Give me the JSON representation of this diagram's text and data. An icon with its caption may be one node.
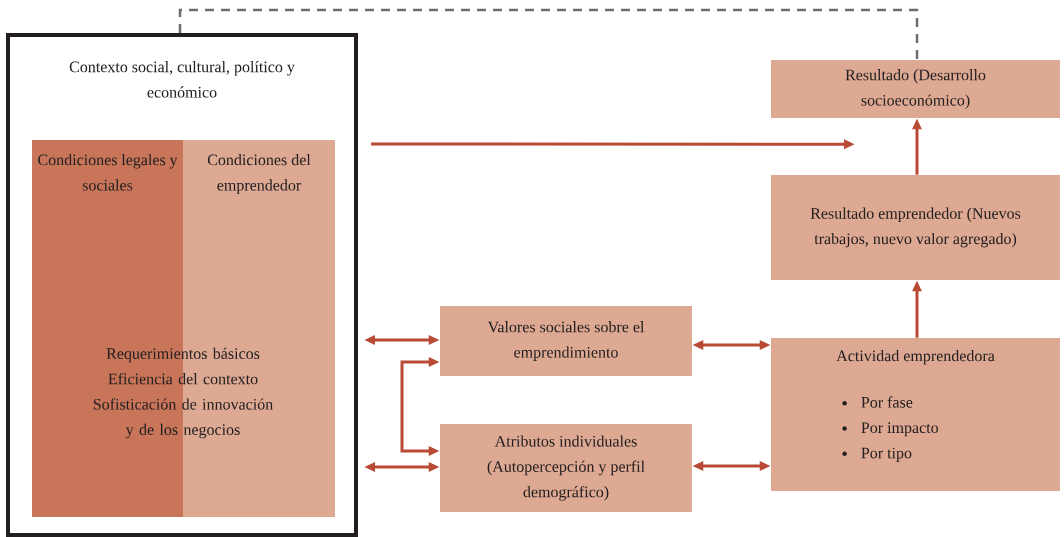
{
  "diagram": {
    "nodes": [
      {
        "text": [
          "Contexto social, cultural, político y económico"
        ]
      },
      {
        "text": [
          "Condiciones legales y sociales"
        ],
        "in": 0
      },
      {
        "text": [
          "Condiciones del emprendedor"
        ],
        "in": 0
      },
      {
        "text": [
          "Resultado (Desarrollo socioeconómico)"
        ]
      },
      {
        "text": [
          "Resultado emprendedor (Nuevos trabajos, nuevo valor agregado)"
        ]
      },
      {
        "text": [
          "Valores sociales sobre el emprendimiento"
        ]
      },
      {
        "text": [
          "Atributos individuales (Autopercepción y perfil demográfico)"
        ]
      },
      {
        "text": [
          "Actividad emprendedora",
          "Por fase",
          "Por impacto",
          "Por tipo"
        ]
      }
    ],
    "edges": [
      {
        "from": 0,
        "to": 3,
        "arrow": "to"
      },
      {
        "from": 0,
        "to": 3,
        "arrow": "none",
        "style": "dashed",
        "color": "#6d6e71"
      },
      {
        "from": 0,
        "to": 5,
        "arrow": "both"
      },
      {
        "from": 0,
        "to": 6,
        "arrow": "both"
      },
      {
        "from": 5,
        "to": 6,
        "arrow": "both"
      },
      {
        "from": 5,
        "to": 7,
        "arrow": "both"
      },
      {
        "from": 6,
        "to": 7,
        "arrow": "both"
      },
      {
        "from": 7,
        "to": 4,
        "arrow": "to"
      },
      {
        "from": 4,
        "to": 3,
        "arrow": "to"
      }
    ],
    "labels": [
      "Requerimientos básicos",
      "Eficiencia del contexto",
      "Sofisticación de innovación y de los negocios"
    ]
  }
}
